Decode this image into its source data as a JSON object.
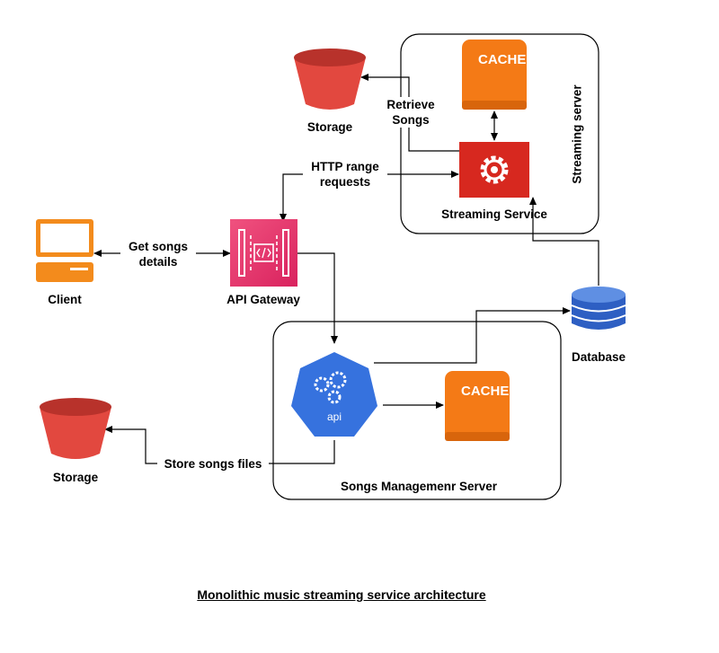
{
  "groups": {
    "streaming_server": "Streaming server",
    "songs_management_server": "Songs Managemenr Server"
  },
  "nodes": {
    "storage_top": "Storage",
    "storage_bottom": "Storage",
    "cache_top": "CACHE",
    "cache_bottom": "CACHE",
    "streaming_service": "Streaming Service",
    "client": "Client",
    "api_gateway": "API Gateway",
    "api_badge": "api",
    "database": "Database"
  },
  "edges": {
    "retrieve_line1": "Retrieve",
    "retrieve_line2": "Songs",
    "http_line1": "HTTP range",
    "http_line2": "requests",
    "get_line1": "Get songs",
    "get_line2": "details",
    "store_files": "Store songs files"
  },
  "caption": "Monolithic music streaming service architecture",
  "colors": {
    "storage_red": "#e2483f",
    "storage_dark": "#b8322b",
    "cache_orange": "#f47a16",
    "streaming_red": "#d7281f",
    "client_orange": "#f38b1c",
    "gateway_pink": "#e93e76",
    "api_blue": "#3672de",
    "database_blue": "#2e5fc3"
  }
}
